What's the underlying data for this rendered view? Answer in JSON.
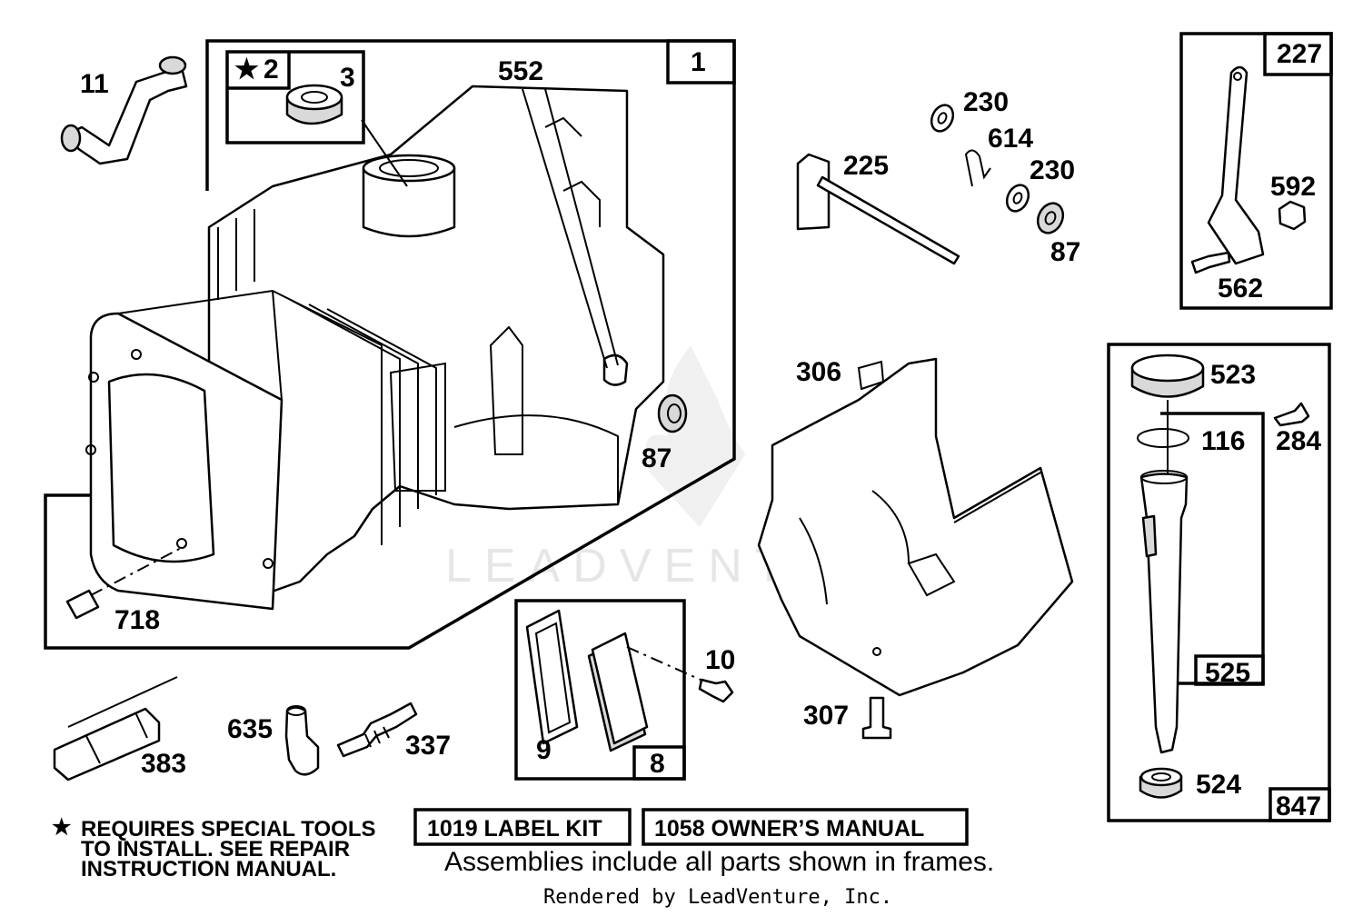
{
  "watermark": "LEADVENTURE",
  "frames": {
    "block_frame": "1",
    "bearing_frame": "2",
    "breather_frame": "8",
    "governor_frame": "227",
    "dipstick_frame": "847",
    "dipstick_tube_frame": "525"
  },
  "callouts": {
    "p11": "11",
    "p3": "3",
    "p552": "552",
    "p87_block": "87",
    "p718": "718",
    "p230_a": "230",
    "p614": "614",
    "p230_b": "230",
    "p225": "225",
    "p87_shaft": "87",
    "p592": "592",
    "p562": "562",
    "p306": "306",
    "p307": "307",
    "p523": "523",
    "p116": "116",
    "p284": "284",
    "p524": "524",
    "p10": "10",
    "p9": "9",
    "p383": "383",
    "p635": "635",
    "p337": "337"
  },
  "notes": {
    "star": "★",
    "special_tools": [
      "REQUIRES SPECIAL TOOLS",
      "TO INSTALL.  SEE REPAIR",
      "INSTRUCTION MANUAL."
    ],
    "label_kit": "1019 LABEL KIT",
    "owners_manual": "1058 OWNER’S MANUAL",
    "assemblies": "Assemblies include all parts shown in frames.",
    "rendered_by": "Rendered by LeadVenture, Inc."
  }
}
